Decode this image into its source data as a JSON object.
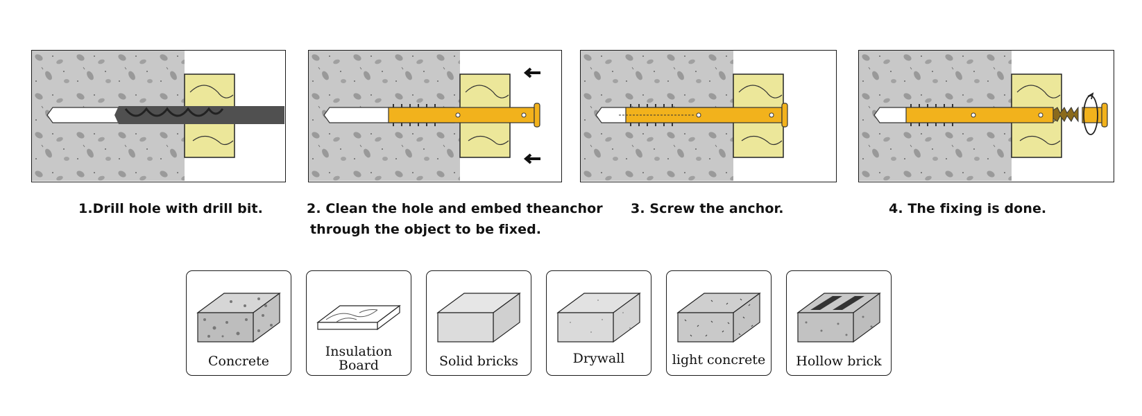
{
  "steps": [
    {
      "caption": "1.Drill hole with drill bit."
    },
    {
      "caption": "2. Clean the hole and embed theanchor"
    },
    {
      "caption": "3. Screw the anchor."
    },
    {
      "caption": "4. The fixing is done."
    }
  ],
  "step2_caption_line2": "through the object to be fixed.",
  "materials": [
    {
      "label": "Concrete",
      "icon": "concrete-block-icon"
    },
    {
      "label": "Insulation\nBoard",
      "icon": "insulation-board-icon"
    },
    {
      "label": "Solid bricks",
      "icon": "solid-brick-icon"
    },
    {
      "label": "Drywall",
      "icon": "drywall-block-icon"
    },
    {
      "label": "light concrete",
      "icon": "light-concrete-block-icon"
    },
    {
      "label": "Hollow brick",
      "icon": "hollow-brick-icon"
    }
  ],
  "colors": {
    "concrete": "#c9c9c9",
    "wood": "#ece79a",
    "anchor": "#f2b21c",
    "drill_bit": "#505050"
  }
}
